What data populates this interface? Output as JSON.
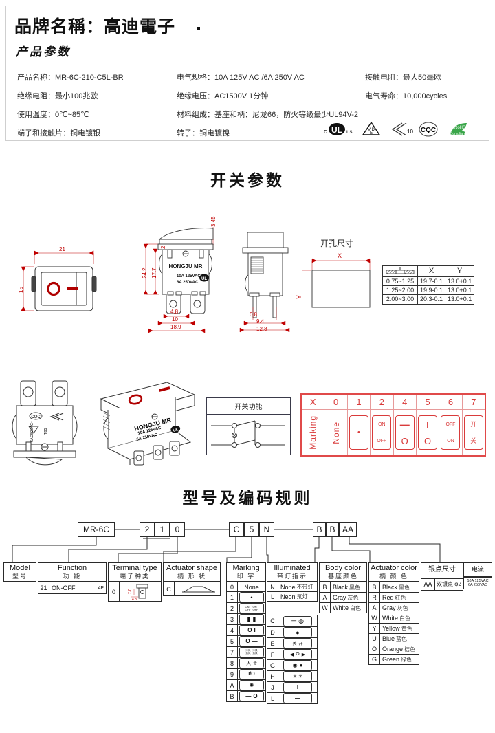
{
  "header": {
    "brand_label": "品牌名稱：高迪電子",
    "section_label": "产品参数",
    "specs": [
      {
        "label": "产品名称：",
        "value": "MR-6C-210-C5L-BR"
      },
      {
        "label": "绝缘电阻：",
        "value": "最小100兆欧"
      },
      {
        "label": "使用温度：",
        "value": "0℃~85℃"
      },
      {
        "label": "端子和接触片：",
        "value": "铜电镀银"
      },
      {
        "label": "电气规格：",
        "value": "10A  125V  AC /6A  250V  AC"
      },
      {
        "label": "绝缘电压：",
        "value": "AC1500V 1分钟"
      },
      {
        "label": "材料组成：",
        "value": "基座和柄：尼龙66，防火等级最少UL94V-2"
      },
      {
        "label": "转子：",
        "value": "铜电镀镍"
      },
      {
        "label": "接触电阻：",
        "value": "最大50毫欧"
      },
      {
        "label": "电气寿命：",
        "value": "10,000cycles"
      }
    ],
    "certifications": [
      "cULus-mark",
      "VDE-mark",
      "china-rohs-10-mark",
      "CQC-mark",
      "rohs-compliant-mark"
    ]
  },
  "switch_params": {
    "title": "开关参数",
    "front_view": {
      "width": "21",
      "height": "15"
    },
    "top_view": {
      "brand_print": "HONGJU MR",
      "rating_line1": "10A  125VAC",
      "rating_line2": "6A  250VAC",
      "dims": [
        "3.45",
        "2",
        "17.7",
        "24.2",
        "4.8",
        "10",
        "18.9"
      ]
    },
    "side_view": {
      "dims": [
        "0.8",
        "9.4",
        "12.8"
      ]
    },
    "cutout": {
      "title": "开孔尺寸",
      "x_label": "X",
      "y_label": "Y",
      "table": {
        "headers": [
          "panel-thickness-icon",
          "X",
          "Y"
        ],
        "rows": [
          [
            "0.75~1.25",
            "19.7-0.1",
            "13.0+0.1"
          ],
          [
            "1.25~2.00",
            "19.9-0.1",
            "13.0+0.1"
          ],
          [
            "2.00~3.00",
            "20.3-0.1",
            "13.0+0.1"
          ]
        ]
      }
    },
    "product_photo_print": {
      "brand": "HONGJU MR",
      "rating1": "10A  125VAC",
      "rating2": "6A  250VAC",
      "back_rating": "6A  250VAC~",
      "back_temp": "T85"
    },
    "function_diagram": {
      "title": "开关功能"
    },
    "marking_strip": {
      "row_label": "Marking",
      "columns": [
        {
          "code": "X",
          "symbol_type": "label",
          "symbol": "Marking"
        },
        {
          "code": "0",
          "symbol_type": "label",
          "symbol": "None"
        },
        {
          "code": "1",
          "symbol_type": "dot",
          "symbol": "•"
        },
        {
          "code": "2",
          "symbol_type": "two_line",
          "top": "ON",
          "bottom": "OFF"
        },
        {
          "code": "4",
          "symbol_type": "two_line",
          "top": "—",
          "bottom": "O"
        },
        {
          "code": "5",
          "symbol_type": "two_line",
          "top": "I",
          "bottom": "O"
        },
        {
          "code": "6",
          "symbol_type": "two_line",
          "top": "OFF",
          "bottom": "ON"
        },
        {
          "code": "7",
          "symbol_type": "two_line",
          "top": "开",
          "bottom": "关"
        }
      ]
    }
  },
  "coding": {
    "title": "型号及编码规则",
    "code_boxes": [
      {
        "text": "MR-6C"
      },
      {
        "text": "2"
      },
      {
        "text": "1"
      },
      {
        "text": "0"
      },
      {
        "text": "C"
      },
      {
        "text": "5"
      },
      {
        "text": "N"
      },
      {
        "text": "B"
      },
      {
        "text": "B"
      },
      {
        "text": "AA"
      }
    ],
    "legends": [
      {
        "en": "Model",
        "cn": "型号",
        "rows": []
      },
      {
        "en": "Function",
        "cn": "功  能",
        "rows": [
          {
            "key": "21",
            "value": "ON-OFF",
            "extra": "4P"
          }
        ]
      },
      {
        "en": "Terminal type",
        "cn": "端子种类",
        "rows": [
          {
            "key": "0",
            "value": "terminal-icon",
            "dim1": "4.8",
            "dim2": "7.7"
          }
        ]
      },
      {
        "en": "Actuator shape",
        "cn": "柄 形 状",
        "rows": [
          {
            "key": "C",
            "value": "rocker-shape-icon"
          }
        ]
      },
      {
        "en": "Marking",
        "cn": "印  字",
        "rows": [
          {
            "key": "0",
            "value": "None"
          },
          {
            "key": "1",
            "value": "dot"
          },
          {
            "key": "2",
            "value": "on-off-small"
          },
          {
            "key": "3",
            "value": "bar-bar"
          },
          {
            "key": "4",
            "value": "o-i"
          },
          {
            "key": "5",
            "value": "o-dash"
          },
          {
            "key": "7",
            "value": "text-pair"
          },
          {
            "key": "8",
            "value": "people-star"
          },
          {
            "key": "9",
            "value": "I/O"
          },
          {
            "key": "A",
            "value": "gear-sun"
          },
          {
            "key": "B",
            "value": "dash-o"
          }
        ]
      },
      {
        "en": "Illuminated",
        "cn": "带灯指示",
        "rows": [
          {
            "key": "N",
            "value": "None",
            "cn": "不带灯"
          },
          {
            "key": "L",
            "value": "Neon",
            "cn": "氖灯"
          }
        ],
        "rows2": [
          {
            "key": "C",
            "value": "dash-circle-i"
          },
          {
            "key": "D",
            "value": "filled-dot"
          },
          {
            "key": "E",
            "value": "guan-kai"
          },
          {
            "key": "F",
            "value": "arrows-o"
          },
          {
            "key": "G",
            "value": "dot-dot"
          },
          {
            "key": "H",
            "value": "cn-pair"
          },
          {
            "key": "J",
            "value": "bar"
          },
          {
            "key": "L",
            "value": "dash"
          }
        ]
      },
      {
        "en": "Body color",
        "cn": "基座颜色",
        "rows": [
          {
            "key": "B",
            "value": "Black",
            "cn": "黑色"
          },
          {
            "key": "A",
            "value": "Gray",
            "cn": "灰色"
          },
          {
            "key": "W",
            "value": "White",
            "cn": "白色"
          }
        ]
      },
      {
        "en": "Actuator color",
        "cn": "柄 颜 色",
        "rows": [
          {
            "key": "B",
            "value": "Black",
            "cn": "黑色"
          },
          {
            "key": "R",
            "value": "Red",
            "cn": "红色"
          },
          {
            "key": "A",
            "value": "Gray",
            "cn": "灰色"
          },
          {
            "key": "W",
            "value": "White",
            "cn": "白色"
          },
          {
            "key": "Y",
            "value": "Yellow",
            "cn": "黄色"
          },
          {
            "key": "U",
            "value": "Blue",
            "cn": "蓝色"
          },
          {
            "key": "O",
            "value": "Orange",
            "cn": "桔色"
          },
          {
            "key": "G",
            "value": "Green",
            "cn": "绿色"
          }
        ]
      },
      {
        "en": "银点尺寸",
        "cn": "",
        "rows": [
          {
            "key": "AA",
            "value": "双银点 φ2"
          }
        ]
      },
      {
        "en": "电流",
        "cn": "",
        "rows": [
          {
            "key": "",
            "value": "10A  125VAC",
            "value2": "6A   250VAC"
          }
        ]
      }
    ]
  }
}
